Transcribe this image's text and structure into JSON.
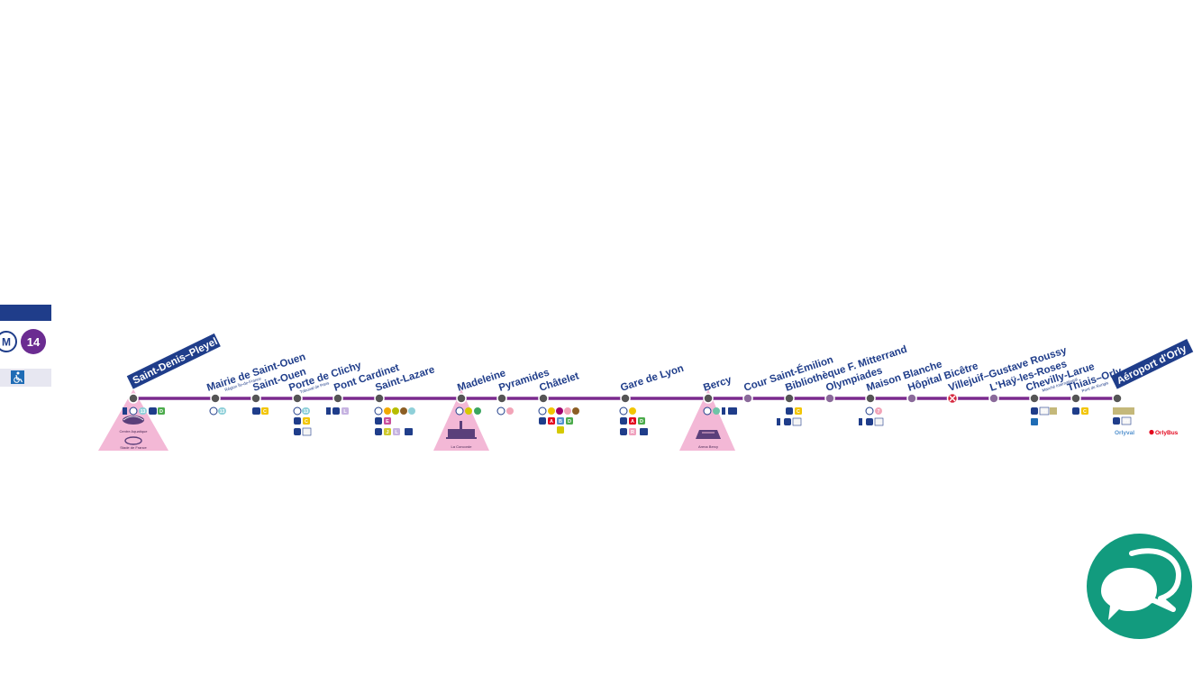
{
  "legend": {
    "metro_symbol": "M",
    "line_number": "14",
    "line_color": "#6b2c91",
    "header_color": "#1f3d8a",
    "accessibility_icon": "wheelchair-icon"
  },
  "line": {
    "color": "#7b2a8e",
    "terminus_start": "Saint-Denis–Pleyel",
    "terminus_end": "Aéroport d'Orly"
  },
  "stations": [
    {
      "name": "Mairie de Saint-Ouen",
      "sub": "Région Île-de-France"
    },
    {
      "name": "Saint-Ouen",
      "sub": ""
    },
    {
      "name": "Porte de Clichy",
      "sub": "Tribunal de Paris"
    },
    {
      "name": "Pont Cardinet",
      "sub": ""
    },
    {
      "name": "Saint-Lazare",
      "sub": ""
    },
    {
      "name": "Madeleine",
      "sub": ""
    },
    {
      "name": "Pyramides",
      "sub": ""
    },
    {
      "name": "Châtelet",
      "sub": ""
    },
    {
      "name": "Gare de Lyon",
      "sub": ""
    },
    {
      "name": "Bercy",
      "sub": ""
    },
    {
      "name": "Cour Saint-Émilion",
      "sub": ""
    },
    {
      "name": "Bibliothèque F. Mitterrand",
      "sub": ""
    },
    {
      "name": "Olympiades",
      "sub": ""
    },
    {
      "name": "Maison Blanche",
      "sub": ""
    },
    {
      "name": "Hôpital Bicêtre",
      "sub": ""
    },
    {
      "name": "Villejuif–Gustave Roussy",
      "sub": ""
    },
    {
      "name": "L'Haÿ-les-Roses",
      "sub": ""
    },
    {
      "name": "Chevilly-Larue",
      "sub": "Marché International"
    },
    {
      "name": "Thiais–Orly",
      "sub": "Pont de Rungis"
    }
  ],
  "correspondences": {
    "metro_13": "13",
    "metro_7": "7",
    "metro_8": "8",
    "metro_12": "12",
    "metro_6": "6",
    "metro_1": "1",
    "metro_3": "3",
    "metro_4": "4",
    "metro_9": "9",
    "metro_11": "11",
    "metro_14": "14",
    "rer_a": "A",
    "rer_b": "B",
    "rer_c": "C",
    "rer_d": "D",
    "rer_e": "E",
    "transilien_j": "J",
    "transilien_l": "L",
    "transilien_r": "R",
    "tram_t7": "T7",
    "tram_t9": "T9",
    "orlyval": "Orlyval",
    "orlybus": "OrlyBus"
  },
  "landmarks": {
    "saint_denis_top": "Centre Aquatique",
    "saint_denis_bottom": "Stade de France",
    "madeleine": "La Concorde",
    "bercy": "Arena Bercy"
  },
  "colors": {
    "station_dot": "#555555",
    "station_dot_alt": "#8a6a9a",
    "interchange_fill": "#f3b8d6",
    "closed_station": "#d6283f",
    "chat_button": "#129b7e"
  },
  "chat": {
    "icon": "chat-bubbles-icon"
  }
}
